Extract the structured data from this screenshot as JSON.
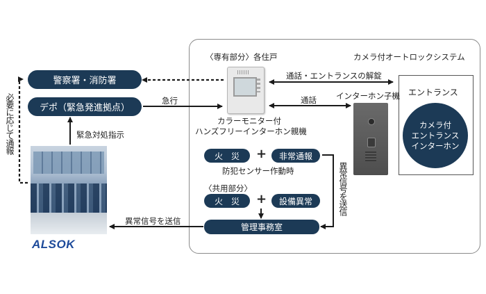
{
  "nodes": {
    "police_fire": "警察署・消防署",
    "depot": "デポ（緊急発進拠点）",
    "entrance_box_title": "エントランス",
    "entrance_intercom": "カメラ付\nエントランス\nインターホン",
    "fire_1": "火　災",
    "emergency_report": "非常通報",
    "fire_2": "火　災",
    "equipment_fault": "設備異常",
    "management_office": "管理事務室"
  },
  "labels": {
    "private_area": "〈専有部分〉各住戸",
    "autolock_system": "カメラ付オートロックシステム",
    "call_unlock": "通話・エントランスの解錠",
    "call": "通話",
    "intercom_sub": "インターホン子機",
    "monitor_caption_1": "カラーモニター付",
    "monitor_caption_2": "ハンズフリーインターホン親機",
    "rush": "急行",
    "emergency_instruction": "緊急対処指示",
    "as_needed_report": "必要に応じて通報",
    "crime_sensor": "防犯センサー作動時",
    "common_area": "〈共用部分〉",
    "send_alarm_vertical": "異常信号を送信",
    "send_alarm_horizontal": "異常信号を送信",
    "logo": "ALSOK"
  },
  "colors": {
    "node_fill": "#1c3a56",
    "node_text": "#ffffff",
    "panel_border": "#8a8a8a",
    "line": "#1a1a1a",
    "logo": "#1d4a9a"
  }
}
